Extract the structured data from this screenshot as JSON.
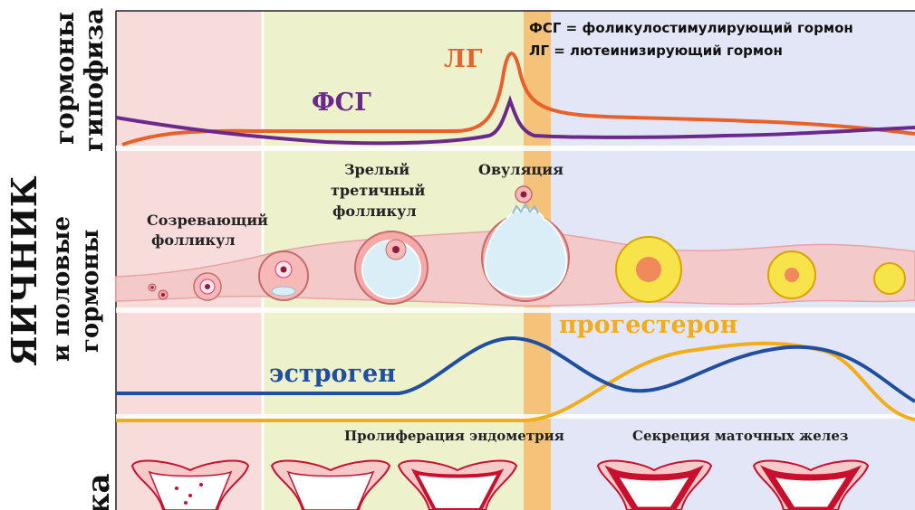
{
  "colors": {
    "phase_follicular": "#f8dcdc",
    "phase_proliferative": "#eef2cc",
    "phase_ovulation": "#f5c27a",
    "phase_luteal": "#e3e6f7",
    "lh": "#e8612a",
    "fsh": "#6a2a8c",
    "estrogen": "#1f4f9e",
    "progesterone": "#f2ad1a",
    "ovary_tissue": "#f4c9c9",
    "endometrium": "#c8102e"
  },
  "row_labels": {
    "pituitary_line1": "гормоны",
    "pituitary_line2": "гипофиза",
    "ovary_main": "ЯИЧНИК",
    "ovary_line1": "и половые",
    "ovary_line2": "гормоны",
    "uterus_fragment": "ка"
  },
  "legend": {
    "fsh_def": "ФСГ = фоликулостимулирующий гормон",
    "lh_def": "ЛГ = лютеинизирующий гормон"
  },
  "curve_labels": {
    "lh": "ЛГ",
    "fsh": "ФСГ",
    "estrogen": "эстроген",
    "progesterone": "прогестерон"
  },
  "follicle_labels": {
    "maturing_line1": "Созревающий",
    "maturing_line2": "фолликул",
    "mature_line1": "Зрелый",
    "mature_line2": "третичный",
    "mature_line3": "фолликул",
    "ovulation": "Овуляция"
  },
  "uterus_labels": {
    "proliferation": "Пролиферация эндометрия",
    "secretion": "Секреция маточных желез"
  },
  "icons": [
    "follicle-icon",
    "corpus-luteum-icon",
    "uterus-icon"
  ]
}
